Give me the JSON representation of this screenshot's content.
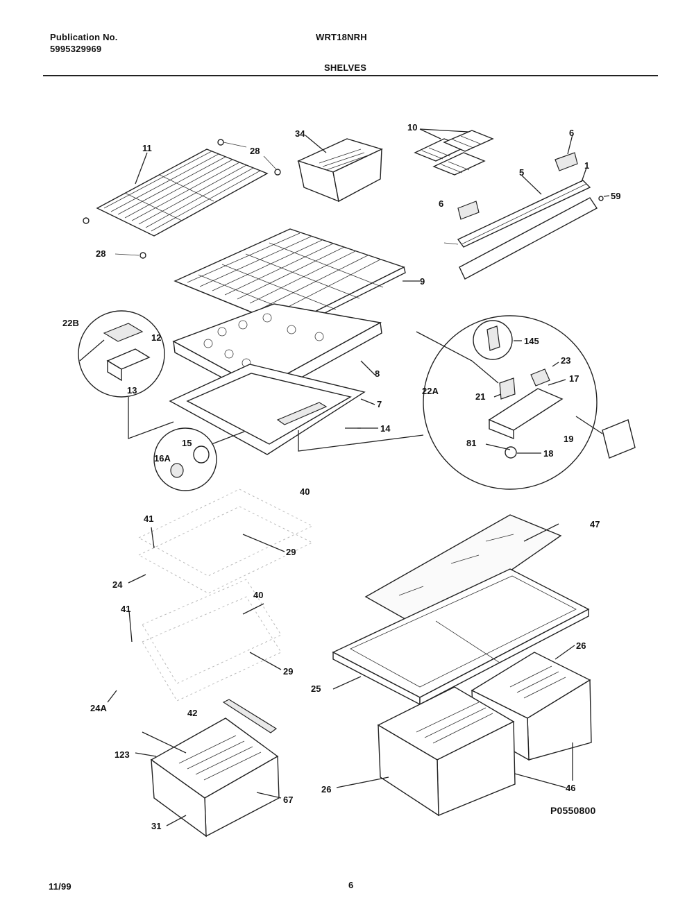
{
  "header": {
    "publication_label": "Publication No.",
    "publication_number": "5995329969",
    "model": "WRT18NRH",
    "section": "SHELVES"
  },
  "footer": {
    "date": "11/99",
    "page": "6",
    "drawing_code": "P0550800"
  },
  "callouts": {
    "c11": "11",
    "c28a": "28",
    "c28b": "28",
    "c34": "34",
    "c10": "10",
    "c6a": "6",
    "c6b": "6",
    "c5": "5",
    "c1": "1",
    "c59": "59",
    "c9": "9",
    "c22b": "22B",
    "c12": "12",
    "c13": "13",
    "c8": "8",
    "c7": "7",
    "c14": "14",
    "c15": "15",
    "c16a": "16A",
    "c145": "145",
    "c22a": "22A",
    "c23": "23",
    "c17": "17",
    "c21": "21",
    "c19": "19",
    "c81": "81",
    "c18": "18",
    "c40a": "40",
    "c41a": "41",
    "c29a": "29",
    "c24": "24",
    "c40b": "40",
    "c41b": "41",
    "c29b": "29",
    "c24a": "24A",
    "c47": "47",
    "c26a": "26",
    "c25": "25",
    "c42": "42",
    "c123": "123",
    "c67": "67",
    "c31": "31",
    "c26b": "26",
    "c46": "46"
  }
}
